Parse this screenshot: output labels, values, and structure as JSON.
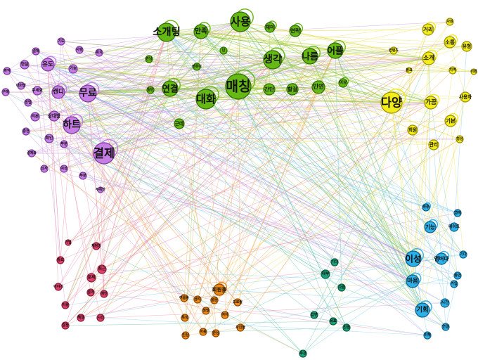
{
  "colors": {
    "purple": {
      "fill": "#c77de6",
      "stroke": "#7d3a9a",
      "edge": "#c98be0"
    },
    "green": {
      "fill": "#66b814",
      "stroke": "#2f6b06",
      "edge": "#8cc63f"
    },
    "yellow": {
      "fill": "#f3ec1b",
      "stroke": "#9a8f06",
      "edge": "#e9dc42"
    },
    "red": {
      "fill": "#e0406b",
      "stroke": "#8a1a36",
      "edge": "#ee7f9a"
    },
    "orange": {
      "fill": "#f08a12",
      "stroke": "#8c4a06",
      "edge": "#f3aa55"
    },
    "teal": {
      "fill": "#1ca57a",
      "stroke": "#0b5a40",
      "edge": "#4ebf99"
    },
    "blue": {
      "fill": "#2cb0e8",
      "stroke": "#0d5f86",
      "edge": "#72c6ee"
    }
  },
  "nodes": [
    {
      "label": "소개팅",
      "group": "green",
      "size": 13,
      "loop": true
    },
    {
      "label": "만족",
      "group": "green",
      "size": 10,
      "loop": true
    },
    {
      "label": "사용",
      "group": "green",
      "size": 14,
      "loop": true
    },
    {
      "label": "재미",
      "group": "green",
      "size": 7,
      "loop": true
    },
    {
      "label": "연락",
      "group": "green",
      "size": 8,
      "loop": true
    },
    {
      "label": "단",
      "group": "green",
      "size": 5,
      "loop": false
    },
    {
      "label": "생각",
      "group": "green",
      "size": 13,
      "loop": true
    },
    {
      "label": "나름",
      "group": "green",
      "size": 11,
      "loop": true
    },
    {
      "label": "어플",
      "group": "green",
      "size": 11,
      "loop": true
    },
    {
      "label": "연결",
      "group": "green",
      "size": 11,
      "loop": true
    },
    {
      "label": "대화",
      "group": "green",
      "size": 14,
      "loop": true
    },
    {
      "label": "매칭",
      "group": "green",
      "size": 18,
      "loop": true
    },
    {
      "label": "간단",
      "group": "green",
      "size": 8,
      "loop": false
    },
    {
      "label": "할걸",
      "group": "green",
      "size": 8,
      "loop": false
    },
    {
      "label": "인연",
      "group": "green",
      "size": 9,
      "loop": false
    },
    {
      "label": "이상",
      "group": "green",
      "size": 6,
      "loop": true
    },
    {
      "label": "만남",
      "group": "green",
      "size": 5,
      "loop": false
    },
    {
      "label": "버릇이",
      "group": "green",
      "size": 5,
      "loop": false
    },
    {
      "label": "일단",
      "group": "green",
      "size": 5,
      "loop": false
    },
    {
      "label": "근데",
      "group": "green",
      "size": 7,
      "loop": false
    },
    {
      "label": "거리",
      "group": "yellow",
      "size": 8,
      "loop": true
    },
    {
      "label": "사원",
      "group": "yellow",
      "size": 5,
      "loop": false
    },
    {
      "label": "소통",
      "group": "yellow",
      "size": 8,
      "loop": true
    },
    {
      "label": "컨텐츠",
      "group": "yellow",
      "size": 5,
      "loop": false
    },
    {
      "label": "소개",
      "group": "yellow",
      "size": 9,
      "loop": true
    },
    {
      "label": "유형",
      "group": "yellow",
      "size": 7,
      "loop": false
    },
    {
      "label": "필요",
      "group": "yellow",
      "size": 4,
      "loop": false
    },
    {
      "label": "지역",
      "group": "yellow",
      "size": 5,
      "loop": false
    },
    {
      "label": "이벤",
      "group": "yellow",
      "size": 4,
      "loop": false
    },
    {
      "label": "다양",
      "group": "yellow",
      "size": 15,
      "loop": true
    },
    {
      "label": "가끔",
      "group": "yellow",
      "size": 9,
      "loop": true
    },
    {
      "label": "사용자",
      "group": "yellow",
      "size": 7,
      "loop": false
    },
    {
      "label": "기본",
      "group": "yellow",
      "size": 8,
      "loop": true
    },
    {
      "label": "회원",
      "group": "yellow",
      "size": 7,
      "loop": false
    },
    {
      "label": "관리",
      "group": "yellow",
      "size": 7,
      "loop": false
    },
    {
      "label": "형성",
      "group": "yellow",
      "size": 5,
      "loop": false
    },
    {
      "label": "결제",
      "group": "purple",
      "size": 5,
      "loop": false
    },
    {
      "label": "기도",
      "group": "purple",
      "size": 5,
      "loop": false
    },
    {
      "label": "사랑",
      "group": "purple",
      "size": 5,
      "loop": false
    },
    {
      "label": "위치",
      "group": "purple",
      "size": 5,
      "loop": false
    },
    {
      "label": "유도",
      "group": "purple",
      "size": 9,
      "loop": true
    },
    {
      "label": "파악",
      "group": "purple",
      "size": 5,
      "loop": false
    },
    {
      "label": "현실",
      "group": "purple",
      "size": 6,
      "loop": false
    },
    {
      "label": "기능",
      "group": "purple",
      "size": 6,
      "loop": false
    },
    {
      "label": "대화방",
      "group": "purple",
      "size": 5,
      "loop": false
    },
    {
      "label": "구매",
      "group": "purple",
      "size": 5,
      "loop": false
    },
    {
      "label": "방법",
      "group": "purple",
      "size": 5,
      "loop": false
    },
    {
      "label": "주세요",
      "group": "purple",
      "size": 6,
      "loop": false
    },
    {
      "label": "캔디",
      "group": "purple",
      "size": 9,
      "loop": true
    },
    {
      "label": "무료",
      "group": "purple",
      "size": 12,
      "loop": true
    },
    {
      "label": "리본",
      "group": "purple",
      "size": 6,
      "loop": false
    },
    {
      "label": "상대방",
      "group": "purple",
      "size": 7,
      "loop": false
    },
    {
      "label": "하트",
      "group": "purple",
      "size": 12,
      "loop": true
    },
    {
      "label": "충전",
      "group": "purple",
      "size": 5,
      "loop": false
    },
    {
      "label": "확인",
      "group": "purple",
      "size": 6,
      "loop": false
    },
    {
      "label": "결제",
      "group": "purple",
      "size": 15,
      "loop": true
    },
    {
      "label": "결제와",
      "group": "purple",
      "size": 5,
      "loop": false
    },
    {
      "label": "부분",
      "group": "purple",
      "size": 5,
      "loop": false
    },
    {
      "label": "남자",
      "group": "purple",
      "size": 5,
      "loop": false
    },
    {
      "label": "여성",
      "group": "purple",
      "size": 5,
      "loop": false
    },
    {
      "label": "부분",
      "group": "purple",
      "size": 5,
      "loop": false
    },
    {
      "label": "부족한",
      "group": "purple",
      "size": 4,
      "loop": false
    },
    {
      "label": "가입",
      "group": "red",
      "size": 4,
      "loop": false
    },
    {
      "label": "채팅창",
      "group": "red",
      "size": 5,
      "loop": false
    },
    {
      "label": "중요",
      "group": "red",
      "size": 5,
      "loop": false
    },
    {
      "label": "최근",
      "group": "red",
      "size": 6,
      "loop": false
    },
    {
      "label": "이야기",
      "group": "red",
      "size": 5,
      "loop": false
    },
    {
      "label": "결과",
      "group": "red",
      "size": 5,
      "loop": false
    },
    {
      "label": "문제",
      "group": "red",
      "size": 6,
      "loop": false
    },
    {
      "label": "메인",
      "group": "red",
      "size": 5,
      "loop": false
    },
    {
      "label": "이용",
      "group": "red",
      "size": 5,
      "loop": false
    },
    {
      "label": "시간",
      "group": "red",
      "size": 5,
      "loop": false
    },
    {
      "label": "해결",
      "group": "red",
      "size": 5,
      "loop": false
    },
    {
      "label": "결정",
      "group": "red",
      "size": 5,
      "loop": false
    },
    {
      "label": "회원들",
      "group": "orange",
      "size": 8,
      "loop": true
    },
    {
      "label": "여름휴",
      "group": "orange",
      "size": 5,
      "loop": false
    },
    {
      "label": "생각",
      "group": "orange",
      "size": 5,
      "loop": false
    },
    {
      "label": "설문",
      "group": "orange",
      "size": 5,
      "loop": false
    },
    {
      "label": "프로필",
      "group": "orange",
      "size": 5,
      "loop": false
    },
    {
      "label": "특징",
      "group": "orange",
      "size": 5,
      "loop": false
    },
    {
      "label": "정말",
      "group": "orange",
      "size": 5,
      "loop": false
    },
    {
      "label": "여자",
      "group": "orange",
      "size": 5,
      "loop": false
    },
    {
      "label": "사진들",
      "group": "orange",
      "size": 5,
      "loop": false
    },
    {
      "label": "인상",
      "group": "orange",
      "size": 5,
      "loop": false
    },
    {
      "label": "이용",
      "group": "orange",
      "size": 5,
      "loop": false
    },
    {
      "label": "관심",
      "group": "orange",
      "size": 5,
      "loop": false
    },
    {
      "label": "기다",
      "group": "teal",
      "size": 5,
      "loop": false
    },
    {
      "label": "대부",
      "group": "teal",
      "size": 6,
      "loop": false
    },
    {
      "label": "다른",
      "group": "teal",
      "size": 5,
      "loop": false
    },
    {
      "label": "답변",
      "group": "teal",
      "size": 5,
      "loop": false
    },
    {
      "label": "목표",
      "group": "teal",
      "size": 5,
      "loop": false
    },
    {
      "label": "진행",
      "group": "teal",
      "size": 5,
      "loop": false
    },
    {
      "label": "추천",
      "group": "teal",
      "size": 5,
      "loop": false
    },
    {
      "label": "하루",
      "group": "blue",
      "size": 5,
      "loop": true
    },
    {
      "label": "기능",
      "group": "blue",
      "size": 8,
      "loop": true
    },
    {
      "label": "데이트",
      "group": "blue",
      "size": 6,
      "loop": false
    },
    {
      "label": "이성",
      "group": "blue",
      "size": 11,
      "loop": true
    },
    {
      "label": "앱버다",
      "group": "blue",
      "size": 8,
      "loop": true
    },
    {
      "label": "마음",
      "group": "blue",
      "size": 9,
      "loop": true
    },
    {
      "label": "가입",
      "group": "blue",
      "size": 5,
      "loop": false
    },
    {
      "label": "기회",
      "group": "blue",
      "size": 10,
      "loop": true
    },
    {
      "label": "시간",
      "group": "blue",
      "size": 6,
      "loop": false
    },
    {
      "label": "이해",
      "group": "blue",
      "size": 5,
      "loop": false
    },
    {
      "label": "연결",
      "group": "blue",
      "size": 5,
      "loop": false
    },
    {
      "label": "동안",
      "group": "blue",
      "size": 5,
      "loop": false
    },
    {
      "label": "기다",
      "group": "blue",
      "size": 5,
      "loop": false
    },
    {
      "label": "앱에",
      "group": "blue",
      "size": 5,
      "loop": false
    }
  ]
}
